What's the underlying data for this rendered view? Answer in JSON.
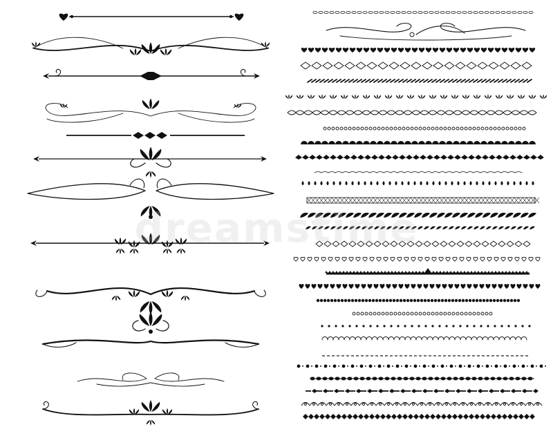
{
  "watermark": "dreamstime",
  "colors": {
    "ink": "#111111",
    "background": "#ffffff",
    "watermark": "#c8c8c8"
  },
  "left_column": {
    "dividers": [
      {
        "style": "heart-arrow-rule"
      },
      {
        "style": "scroll-with-lotus"
      },
      {
        "style": "arrow-rule-with-knot"
      },
      {
        "style": "thin-scroll-with-lotus"
      },
      {
        "style": "diamond-rule"
      },
      {
        "style": "arrow-rule-with-lotus"
      },
      {
        "style": "wide-swash-with-pendant"
      },
      {
        "style": "arrow-rule-with-floral-cluster"
      },
      {
        "style": "swash-with-floral-wings"
      },
      {
        "style": "lotus-over-swash"
      },
      {
        "style": "double-thin-swirl"
      },
      {
        "style": "swirl-with-lotus"
      }
    ]
  },
  "right_column": {
    "borders": [
      {
        "style": "tiny-links"
      },
      {
        "style": "calligraphic-swirls"
      },
      {
        "style": "hearts"
      },
      {
        "style": "diamond-chain"
      },
      {
        "style": "twisted-rope"
      },
      {
        "style": "lotus-tiles"
      },
      {
        "style": "scalloped-chain"
      },
      {
        "style": "beaded"
      },
      {
        "style": "half-circles"
      },
      {
        "style": "zigzag-drops"
      },
      {
        "style": "thin-wave"
      },
      {
        "style": "double-drops"
      },
      {
        "style": "lattice"
      },
      {
        "style": "leaves"
      },
      {
        "style": "fine-leaves"
      },
      {
        "style": "small-diamonds"
      },
      {
        "style": "open-hearts"
      },
      {
        "style": "spiked-bar"
      },
      {
        "style": "solid-hearts"
      },
      {
        "style": "dot-band"
      },
      {
        "style": "tiny-circles"
      },
      {
        "style": "dotted"
      },
      {
        "style": "loops"
      },
      {
        "style": "dashed-ticks"
      },
      {
        "style": "dot-sequence"
      },
      {
        "style": "beads-chain"
      },
      {
        "style": "dash-drop"
      },
      {
        "style": "scallop-circles"
      },
      {
        "style": "checker"
      }
    ]
  }
}
